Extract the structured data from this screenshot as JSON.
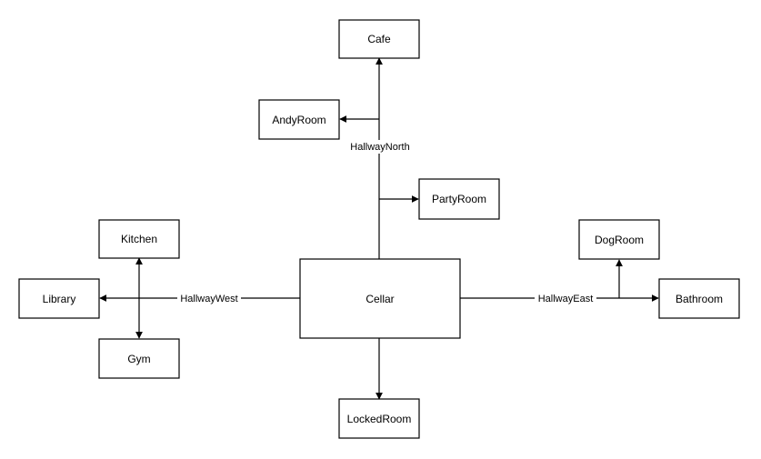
{
  "diagram": {
    "nodes": {
      "cafe": "Cafe",
      "andyroom": "AndyRoom",
      "partyroom": "PartyRoom",
      "kitchen": "Kitchen",
      "library": "Library",
      "gym": "Gym",
      "cellar": "Cellar",
      "lockedroom": "LockedRoom",
      "dogroom": "DogRoom",
      "bathroom": "Bathroom"
    },
    "edge_labels": {
      "north": "HallwayNorth",
      "west": "HallwayWest",
      "east": "HallwayEast"
    },
    "colors": {
      "stroke": "#000000",
      "fill": "#ffffff"
    }
  }
}
